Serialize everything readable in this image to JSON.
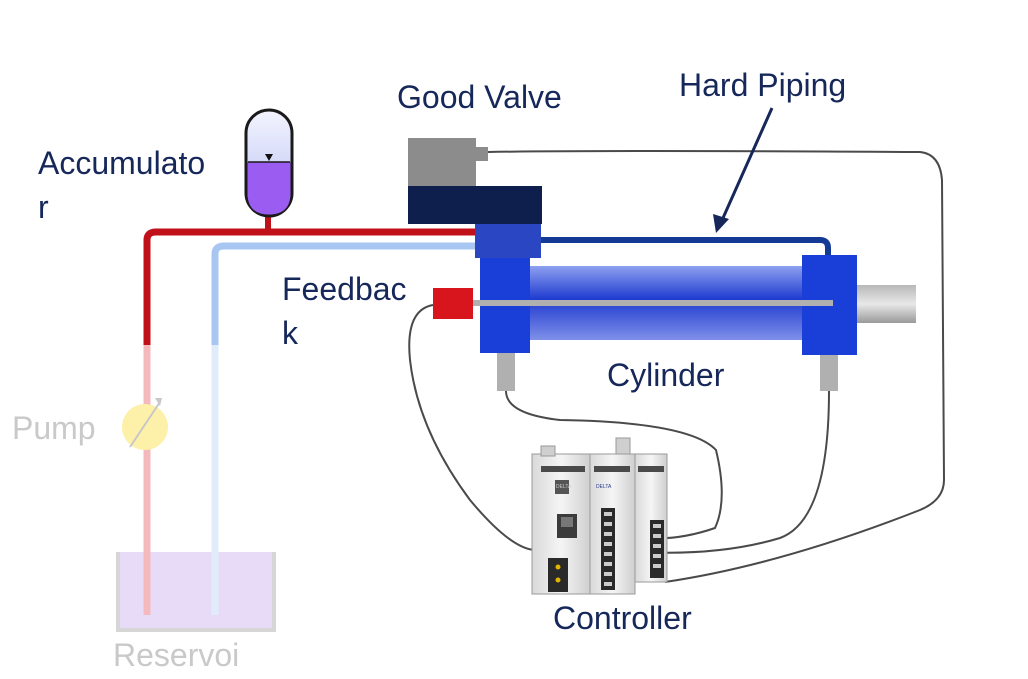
{
  "labels": {
    "accumulator_line1": "Accumulato",
    "accumulator_line2": "r",
    "good_valve": "Good Valve",
    "hard_piping": "Hard Piping",
    "feedback_line1": "Feedbac",
    "feedback_line2": "k",
    "cylinder": "Cylinder",
    "pump": "Pump",
    "controller": "Controller",
    "reservoir": "Reservoi"
  },
  "controller_module_texts": {
    "brand_1": "DELTA",
    "brand_2": "DELTA"
  },
  "colors": {
    "pressure_line": "#c0101a",
    "pressure_line_faded": "#f4b9bd",
    "return_line": "#a8c6f2",
    "return_line_faded": "#e1ecfb",
    "hard_piping": "#143a96",
    "cylinder_end_caps": "#1a3fd8",
    "valve_body": "#0e1f4d",
    "valve_solenoid": "#8c8c8c",
    "accumulator_fluid": "#9b5cf2",
    "reservoir_fluid": "#e8dbf8",
    "pump_faded": "#fdf0a8",
    "feedback_sensor": "#d8141c",
    "label_text": "#16275a",
    "faded_label_text": "#c9c9c9"
  },
  "icons": [
    "accumulator-icon",
    "pump-icon",
    "reservoir-icon",
    "valve-icon",
    "cylinder-icon",
    "feedback-sensor-icon",
    "controller-icon",
    "arrow-icon"
  ]
}
